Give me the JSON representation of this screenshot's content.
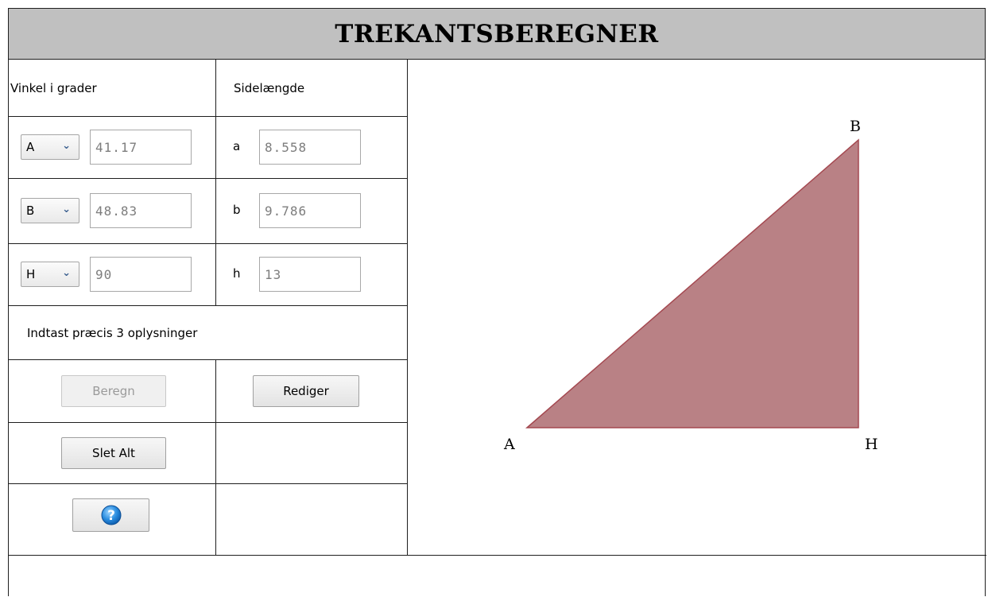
{
  "app": {
    "title": "TREKANTSBEREGNER"
  },
  "angles": {
    "header": "Vinkel i grader",
    "rows": [
      {
        "vertex": "A",
        "value": "41.17"
      },
      {
        "vertex": "B",
        "value": "48.83"
      },
      {
        "vertex": "H",
        "value": "90"
      }
    ]
  },
  "sides": {
    "header": "Sidelængde",
    "rows": [
      {
        "label": "a",
        "value": "8.558"
      },
      {
        "label": "b",
        "value": "9.786"
      },
      {
        "label": "h",
        "value": "13"
      }
    ]
  },
  "instruction": "Indtast præcis 3 oplysninger",
  "buttons": {
    "calculate": "Beregn",
    "edit": "Rediger",
    "clear_all": "Slet Alt"
  },
  "triangle": {
    "fill_color": "#b98185",
    "stroke_color": "#a44850",
    "labels": {
      "A": "A",
      "B": "B",
      "H": "H"
    }
  },
  "icons": {
    "help": "question-circle-icon",
    "dropdown": "chevron-down-icon"
  }
}
